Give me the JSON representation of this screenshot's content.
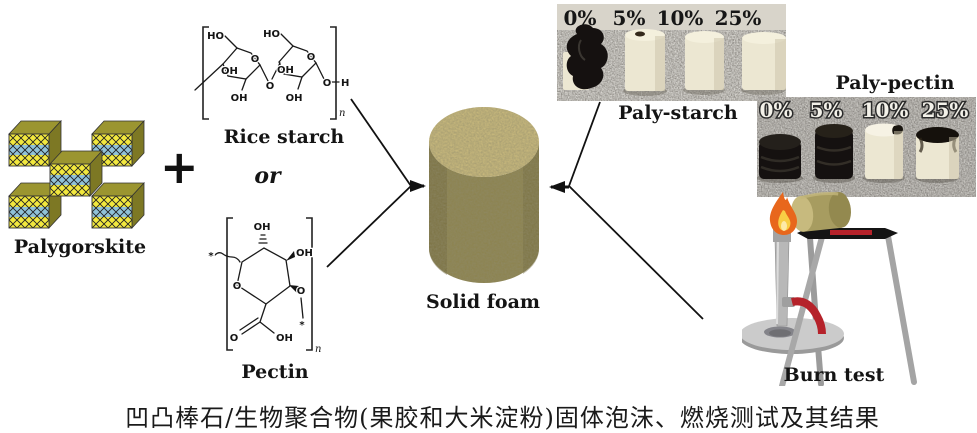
{
  "figure": {
    "caption": "凹凸棒石/生物聚合物(果胶和大米淀粉)固体泡沫、燃烧测试及其结果"
  },
  "labels": {
    "palygorskite": "Palygorskite",
    "plus": "+",
    "rice_starch": "Rice starch",
    "or": "or",
    "pectin": "Pectin",
    "solid_foam": "Solid foam",
    "paly_starch": "Paly-starch",
    "paly_pectin": "Paly-pectin",
    "burn_test": "Burn test"
  },
  "photos": {
    "paly_starch": {
      "percent_labels": [
        "0%",
        "5%",
        "10%",
        "25%"
      ]
    },
    "paly_pectin": {
      "percent_labels": [
        "0%",
        "5%",
        "10%",
        "25%"
      ]
    }
  },
  "chemistry": {
    "rice_starch": {
      "ho": "HO",
      "oh": "OH",
      "o": "O",
      "h": "H",
      "sub_n": "n"
    },
    "pectin": {
      "oh": "OH",
      "o": "O",
      "star": "*",
      "sub_n": "n"
    }
  },
  "colors": {
    "block_yellow": "#f2e83e",
    "block_blue": "#90c2d8",
    "block_olive_top": "#9b9530",
    "block_olive_side": "#7d7824",
    "foam_top": "#c6b77c",
    "foam_body": "#8d8451",
    "photo_wall": "#d8d4ca",
    "granite": "#a29e94",
    "granite_dark": "#96928a",
    "cream_sample": "#ece7d2",
    "burnt_black": "#151110",
    "flame_outer": "#e8671c",
    "flame_inner": "#f8ce45",
    "tripod_red": "#b5222a",
    "metal_gray": "#b8b8b8",
    "arrow": "#111111"
  }
}
